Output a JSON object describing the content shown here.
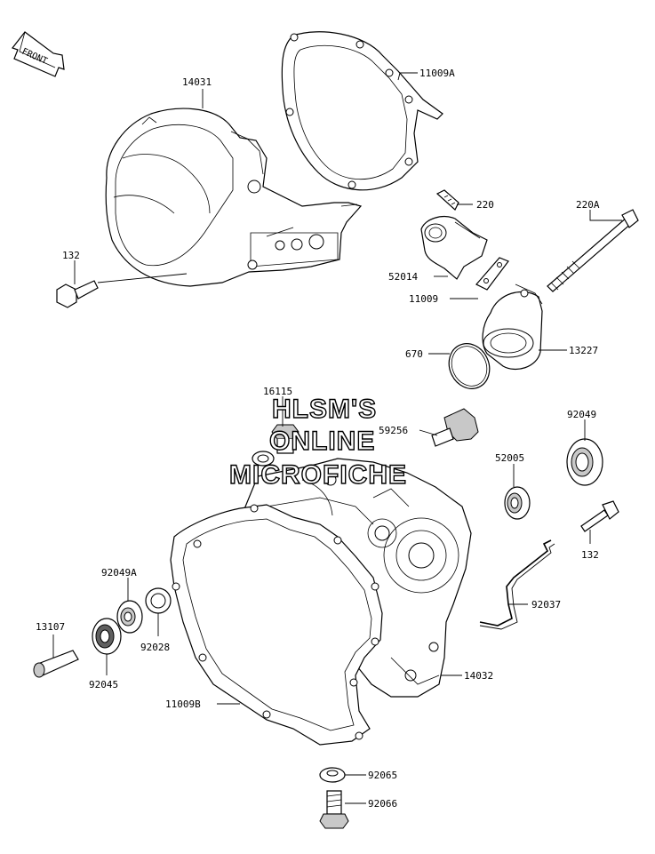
{
  "arrow": {
    "text": "FRONT"
  },
  "labels": {
    "p14031": "14031",
    "p11009A": "11009A",
    "p220": "220",
    "p220A": "220A",
    "p132_top": "132",
    "p52014": "52014",
    "p11009": "11009",
    "p670": "670",
    "p13227": "13227",
    "p16115": "16115",
    "p59256": "59256",
    "p92049": "92049",
    "p52005": "52005",
    "p132_right": "132",
    "p92049A": "92049A",
    "p92028": "92028",
    "p92037": "92037",
    "p13107": "13107",
    "p92045": "92045",
    "p14032": "14032",
    "p11009B": "11009B",
    "p92065": "92065",
    "p92066": "92066"
  },
  "watermark": {
    "line1": "HLSM'S",
    "line2": "ONLINE",
    "line3": "MICROFICHE"
  }
}
